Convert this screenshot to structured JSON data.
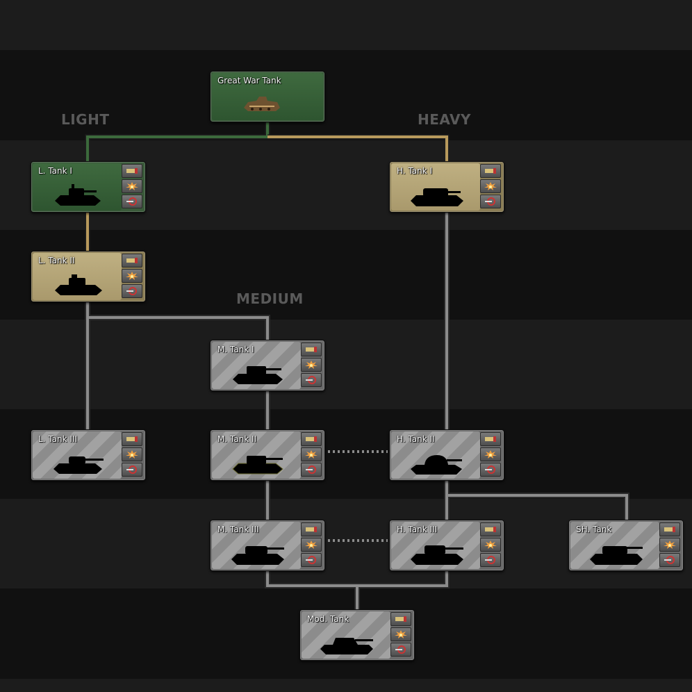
{
  "labels": {
    "light": "LIGHT",
    "heavy": "HEAVY",
    "medium": "MEDIUM"
  },
  "colors": {
    "green_line": "#3c6a3c",
    "tan_line": "#b89a5c",
    "gray_line": "#8a8a8a",
    "green_card": "#3f6a3f",
    "tan_card": "#bfb082",
    "gray_card": "#9a9a9a"
  },
  "tree": {
    "great_war": {
      "name": "Great War Tank"
    },
    "l1": {
      "name": "L. Tank I"
    },
    "h1": {
      "name": "H. Tank I"
    },
    "l2": {
      "name": "L. Tank II"
    },
    "m1": {
      "name": "M. Tank I"
    },
    "l3": {
      "name": "L. Tank III"
    },
    "m2": {
      "name": "M. Tank II"
    },
    "h2": {
      "name": "H. Tank II"
    },
    "m3": {
      "name": "M. Tank III"
    },
    "h3": {
      "name": "H. Tank III"
    },
    "sh": {
      "name": "SH. Tank"
    },
    "mod": {
      "name": "Mod. Tank"
    }
  },
  "variant_buttons": [
    "ammo-icon",
    "explosion-icon",
    "crosshair-icon"
  ]
}
